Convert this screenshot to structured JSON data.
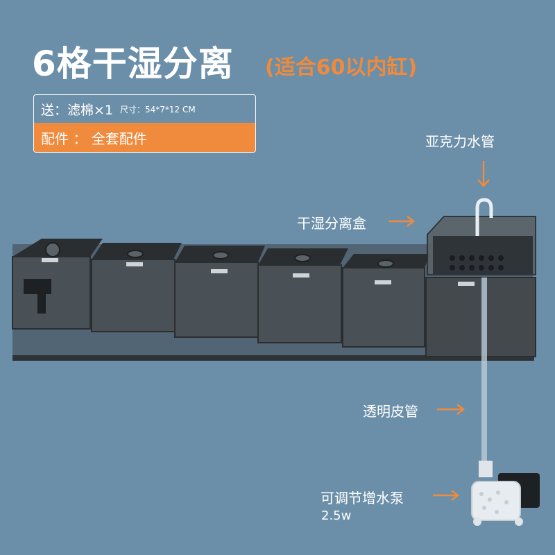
{
  "title": "6格干湿分离",
  "subtitle": "(适合60以内缸)",
  "spec": {
    "send": "送：滤棉×1",
    "size": "尺寸：54*7*12 CM",
    "accessories": "配件 ： 全套配件"
  },
  "callouts": {
    "acrylic_pipe": "亚克力水管",
    "separation_box": "干湿分离盒",
    "clear_hose": "透明皮管",
    "pump": "可调节增水泵",
    "pump_power": "2.5w"
  },
  "colors": {
    "background": "#6b8fa8",
    "accent": "#f08a3c",
    "text": "#ffffff"
  }
}
